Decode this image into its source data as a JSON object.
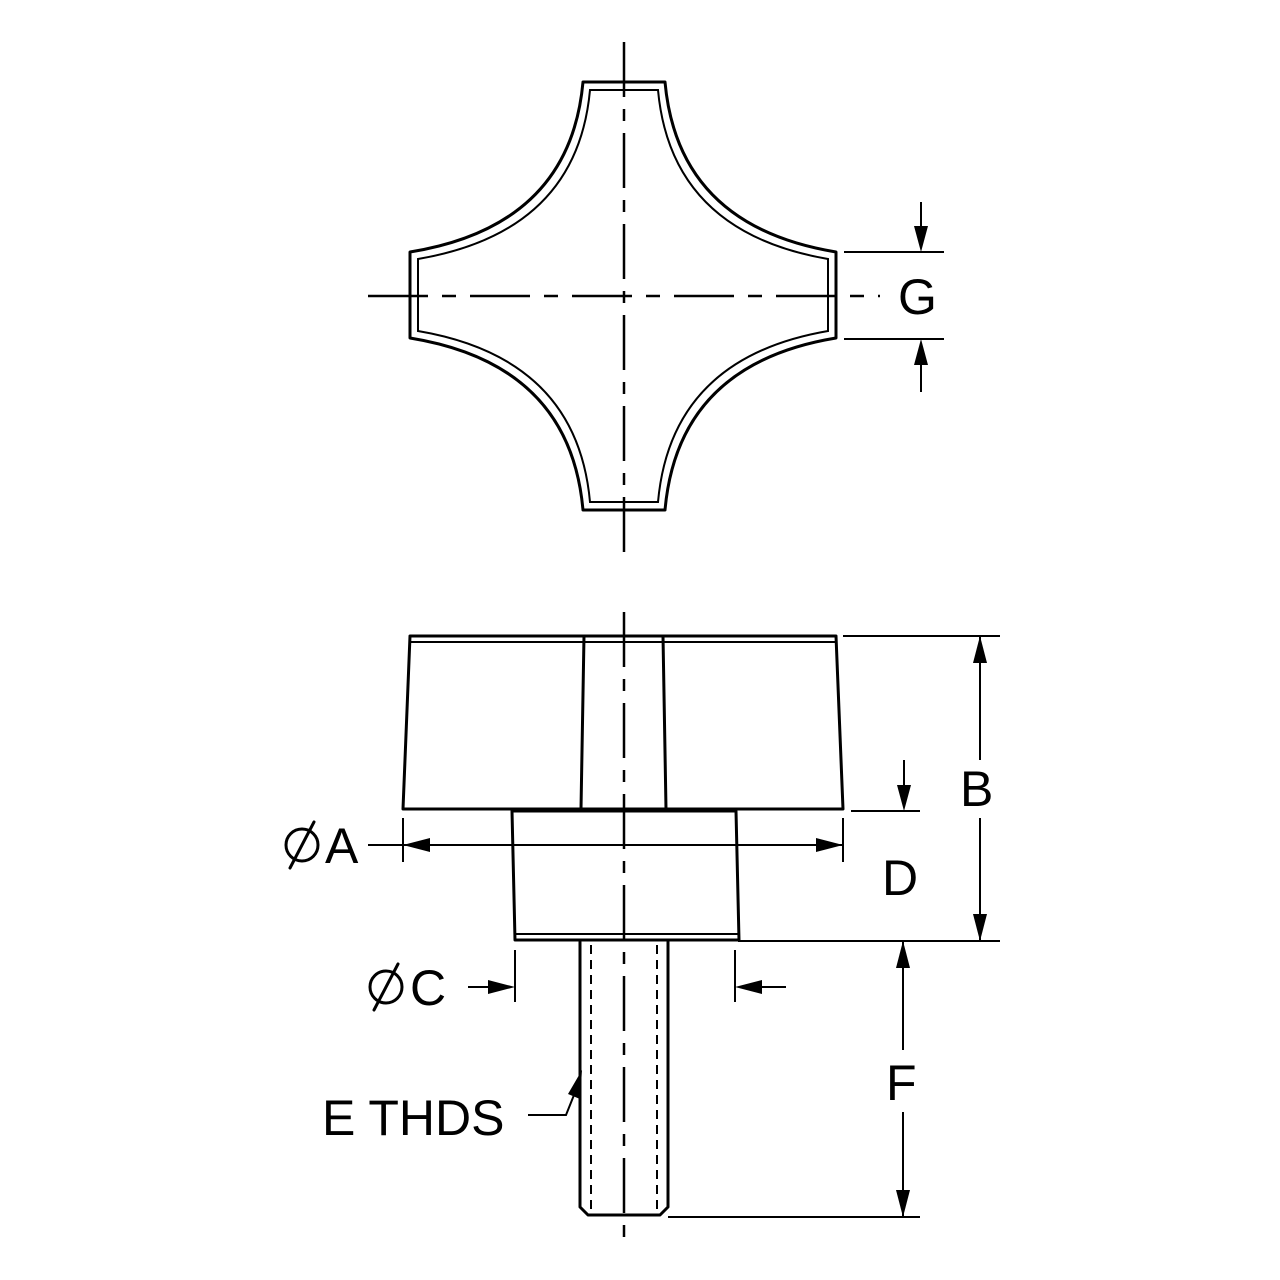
{
  "labels": {
    "dim_g": "G",
    "dim_a": "A",
    "dim_b": "B",
    "dim_d": "D",
    "dim_c": "C",
    "dim_f": "F",
    "threads": "E THDS"
  },
  "symbols": {
    "diameter_icon": "diameter-symbol"
  },
  "colors": {
    "line": "#000000",
    "background": "#ffffff"
  }
}
